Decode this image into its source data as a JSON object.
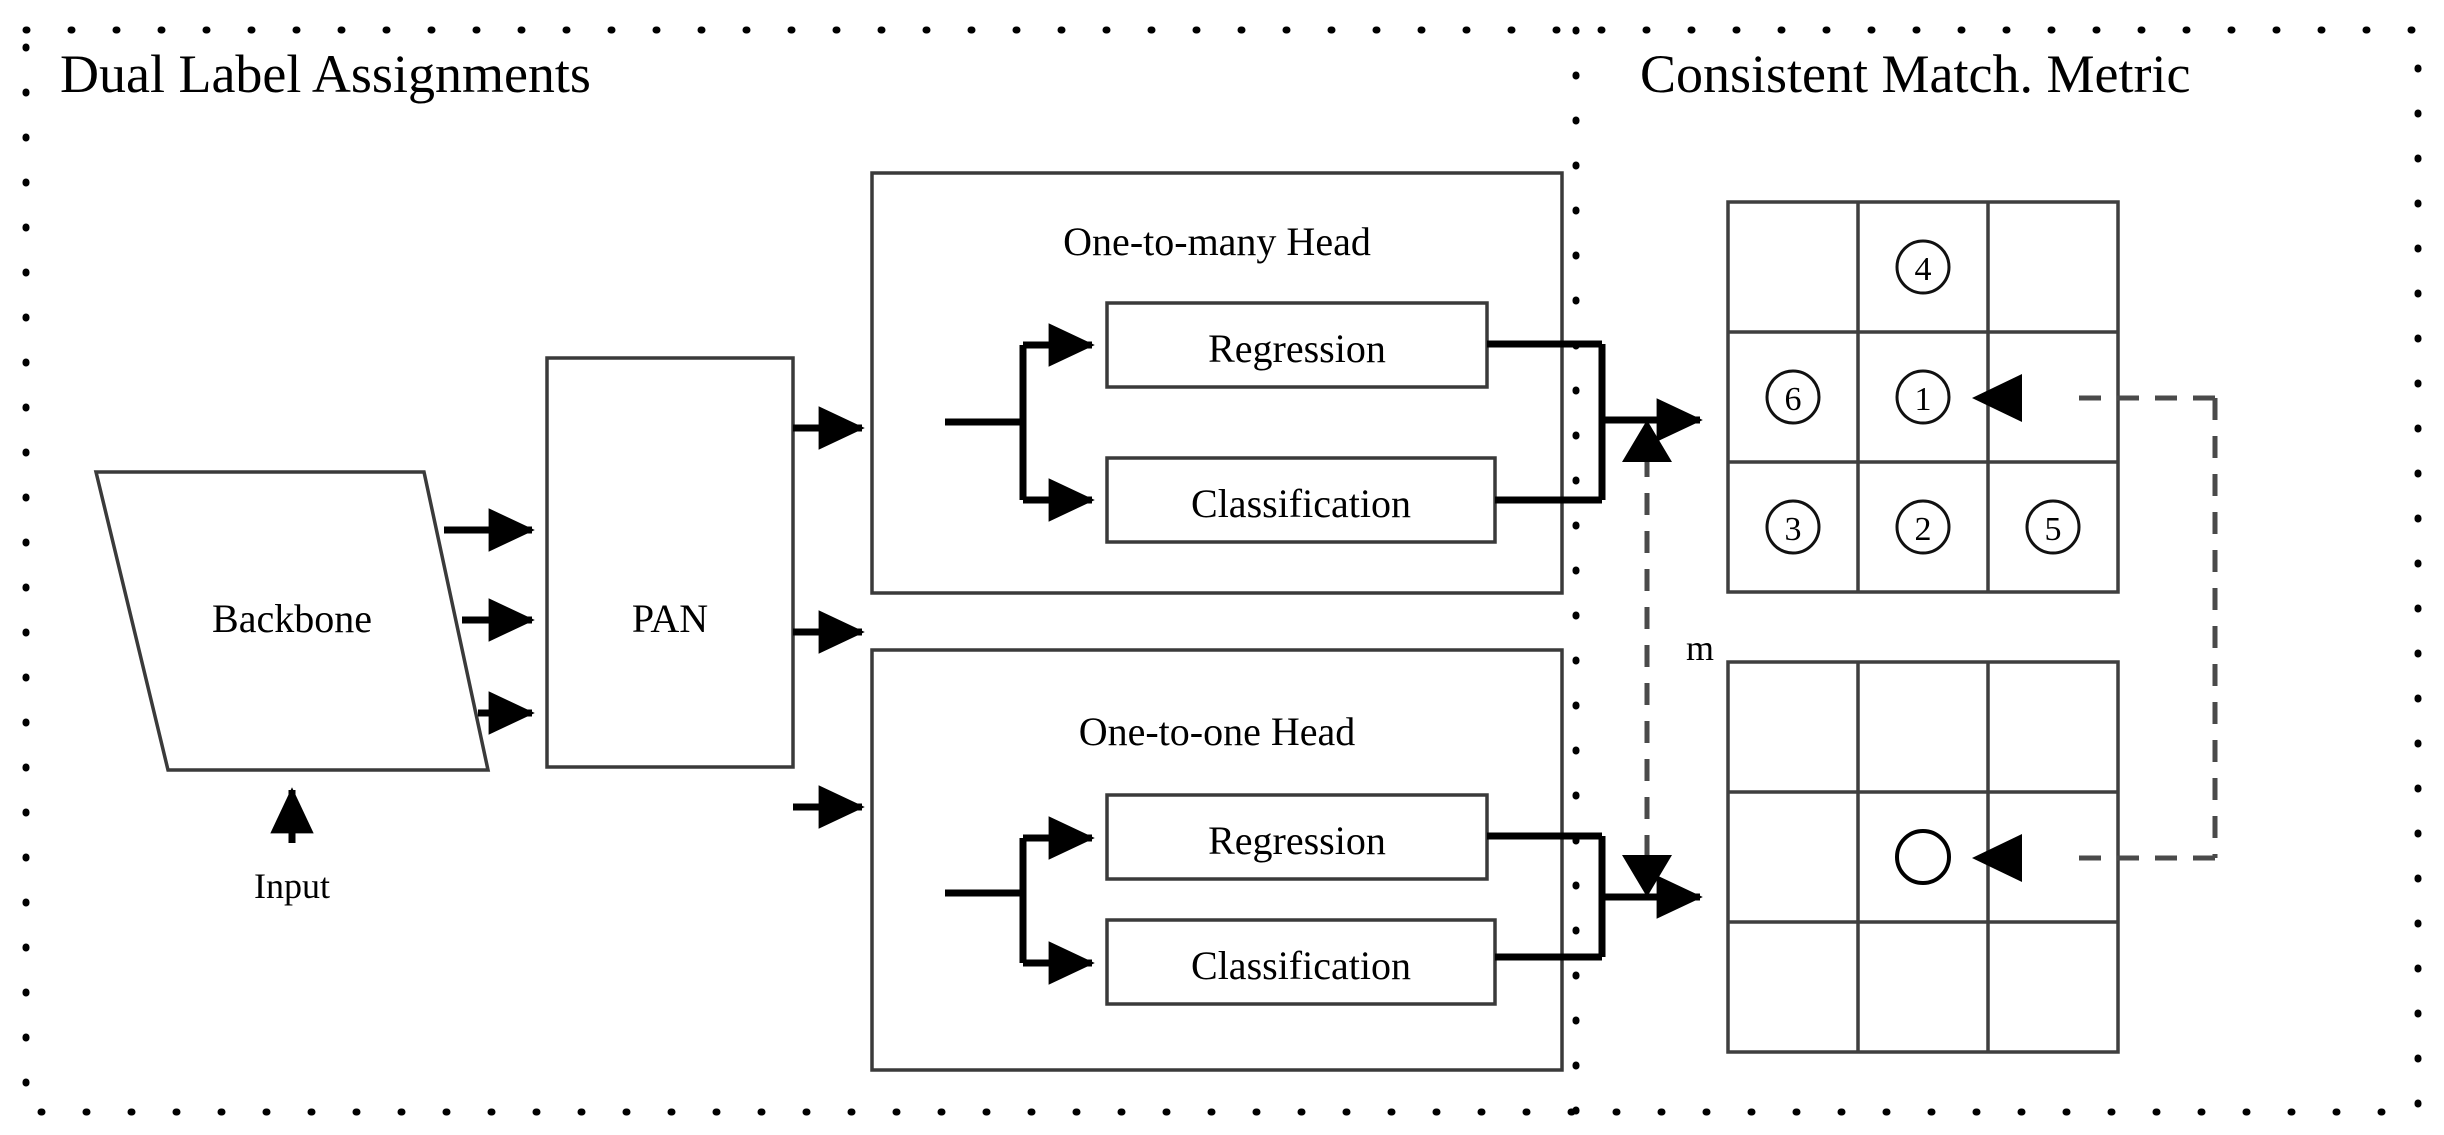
{
  "panels": {
    "left": {
      "title": "Dual Label Assignments"
    },
    "right": {
      "title": "Consistent Match. Metric"
    }
  },
  "nodes": {
    "backbone": {
      "label": "Backbone"
    },
    "input": {
      "label": "Input"
    },
    "pan": {
      "label": "PAN"
    }
  },
  "heads": [
    {
      "title": "One-to-many Head",
      "branches": [
        {
          "label": "Regression"
        },
        {
          "label": "Classification"
        }
      ]
    },
    {
      "title": "One-to-one Head",
      "branches": [
        {
          "label": "Regression"
        },
        {
          "label": "Classification"
        }
      ]
    }
  ],
  "metric": {
    "label": "m",
    "top_grid": {
      "rows": [
        [
          "",
          "④",
          ""
        ],
        [
          "⑥",
          "①",
          ""
        ],
        [
          "③",
          "②",
          "⑤"
        ]
      ]
    },
    "bottom_grid": {
      "rows": [
        [
          "",
          "",
          ""
        ],
        [
          "",
          "circle-marker",
          ""
        ],
        [
          "",
          "",
          ""
        ]
      ]
    }
  },
  "icons": {
    "arrow_right": "arrow-right-icon",
    "arrow_up": "arrow-up-icon",
    "arrow_down": "arrow-down-icon",
    "arrow_left": "arrow-left-icon",
    "circle": "circle-icon"
  },
  "colors": {
    "stroke": "#000000",
    "box_border": "#3a3a3a",
    "dashed": "#4a4a4a",
    "background": "#ffffff"
  }
}
